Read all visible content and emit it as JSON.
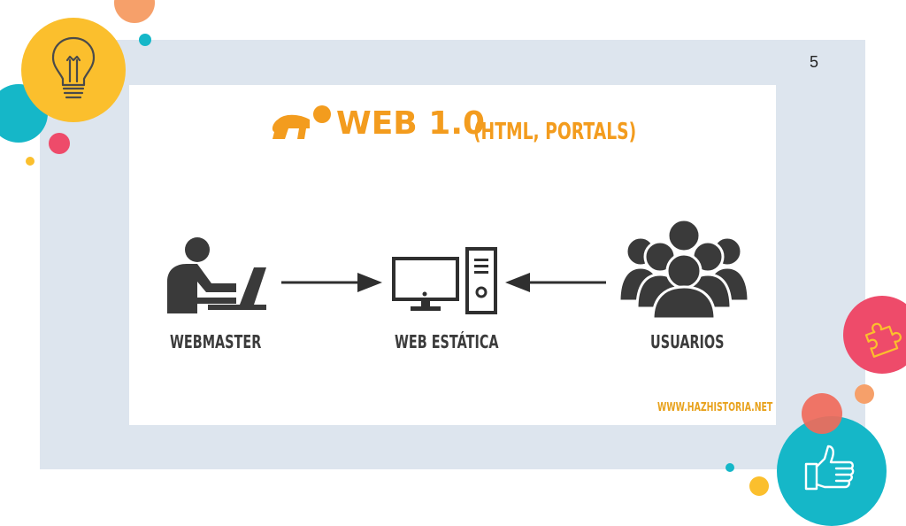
{
  "slide": {
    "page_number": "5",
    "image": {
      "title": "WEB 1.0",
      "subtitle": "(HTML, PORTALS)",
      "labels": {
        "webmaster": "WEBMASTER",
        "static_web": "WEB ESTÁTICA",
        "users": "USUARIOS"
      },
      "site": "WWW.HAZHISTORIA.NET"
    }
  },
  "colors": {
    "panel": "#dde5ee",
    "orange": "#f39c1e",
    "dark_icon": "#3a3a3a",
    "teal": "#15b7c8",
    "yellow": "#fbbf2d",
    "pink": "#ee4b6a",
    "salmon": "#f6a06a"
  },
  "icons": [
    "lightbulb-icon",
    "puzzle-icon",
    "thumbs-up-icon",
    "crawling-baby-icon",
    "webmaster-icon",
    "computer-icon",
    "users-group-icon",
    "arrow-right-icon",
    "arrow-left-icon"
  ]
}
